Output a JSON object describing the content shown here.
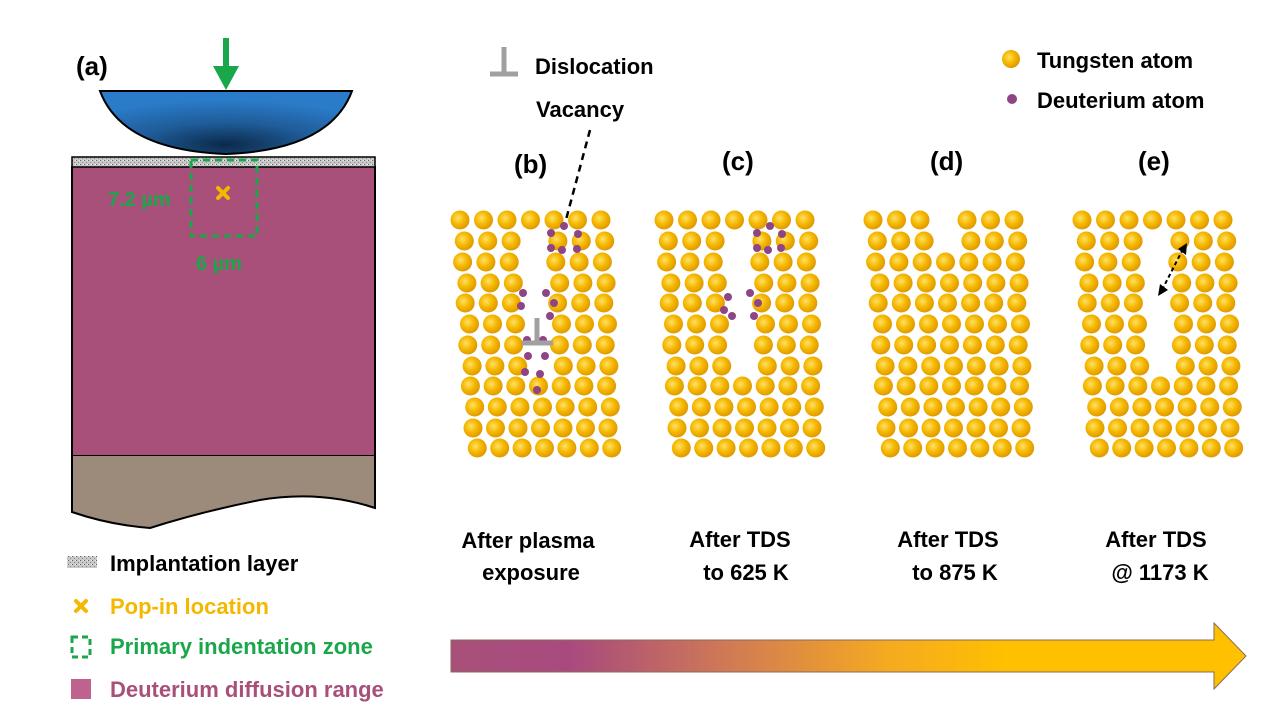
{
  "panels": {
    "a": "(a)",
    "b": "(b)",
    "c": "(c)",
    "d": "(d)",
    "e": "(e)"
  },
  "indent_dims": {
    "depth": "7.2 µm",
    "width": "6 µm"
  },
  "annotations": {
    "dislocation": "Dislocation",
    "vacancy": "Vacancy"
  },
  "legend_right": {
    "tungsten": "Tungsten atom",
    "deuterium": "Deuterium atom"
  },
  "legend_left": {
    "implantation": "Implantation layer",
    "popin": "Pop-in location",
    "primary": "Primary indentation zone",
    "diffusion": "Deuterium diffusion range"
  },
  "captions": {
    "b": [
      "After plasma",
      "exposure"
    ],
    "c": [
      "After TDS",
      "to 625 K"
    ],
    "d": [
      "After TDS",
      "to 875 K"
    ],
    "e": [
      "After TDS",
      "@ 1173 K"
    ]
  },
  "colors": {
    "tungsten": "#f5b800",
    "deuterium": "#8e4585",
    "sample": "#a8507a",
    "substrate": "#9c8a7a",
    "indenter": "#1f6fb5",
    "green": "#1aa64a",
    "popin": "#f5b800"
  },
  "icons": {
    "indenter_arrow": "down-arrow-icon",
    "dislocation": "dislocation-symbol-icon",
    "popin": "cross-icon"
  }
}
